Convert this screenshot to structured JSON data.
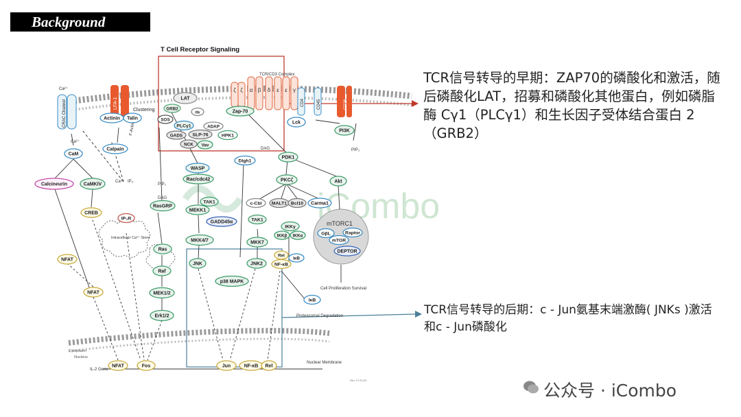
{
  "header": {
    "banner": "Background",
    "diagram_title": "T Cell Receptor Signaling"
  },
  "notes": {
    "early": "TCR信号转导的早期：ZAP70的磷酸化和激活，随后磷酸化LAT，招募和磷酸化其他蛋白，例如磷脂酶 Cγ1（PLCγ1）和生长因子受体结合蛋白 2（GRB2）",
    "late": "TCR信号转导的后期：c - Jun氨基末端激酶( JNKs )激活和c - Jun磷酸化"
  },
  "watermark": "iCombo",
  "footer": "公众号 · iCombo",
  "membrane": {
    "complex": "TCR/CD3 Complex",
    "chains": [
      "ζ",
      "ζ",
      "α",
      "β",
      "δ",
      "ε",
      "ε",
      "γ"
    ],
    "left_channel": "CRAC Channel",
    "ca_top": "Ca²⁺",
    "lfa1": "LFA-1",
    "clustering": "Clustering",
    "factin": "F-Actin",
    "cd4": "CD4",
    "cd45": "CD45",
    "cd28": "CD28",
    "cytoplasm": "Cytoplasm",
    "nucleus": "Nucleus",
    "nuclear_membrane": "Nuclear Membrane",
    "il2": "IL-2 Gene",
    "store": "Intracellular Ca²⁺ Store",
    "mtorc1": "mTORC1",
    "prolif": "Cell Proliferation Survival",
    "degradation": "Proteasomal Degradation",
    "copyright": "Rev. 07/11/20"
  },
  "nodes": [
    {
      "id": "lat",
      "label": "LAT",
      "shape": "ellipse",
      "fill": "#ececec",
      "stroke": "#8a8a8a"
    },
    {
      "id": "grb2",
      "label": "GRB2",
      "shape": "oval",
      "fill": "#e8f3ec",
      "stroke": "#5aa878"
    },
    {
      "id": "itk",
      "label": "Itk",
      "shape": "oval",
      "fill": "#ffffff",
      "stroke": "#888888"
    },
    {
      "id": "zap70",
      "label": "Zap-70",
      "shape": "oval",
      "fill": "#e8f3ec",
      "stroke": "#3f9c6a"
    },
    {
      "id": "actinin",
      "label": "Actinin",
      "shape": "oval",
      "fill": "#ffffff",
      "stroke": "#3a8cc4"
    },
    {
      "id": "talin",
      "label": "Talin",
      "shape": "oval",
      "fill": "#ffffff",
      "stroke": "#3a8cc4"
    },
    {
      "id": "sos",
      "label": "SOS",
      "shape": "oval",
      "fill": "#ffffff",
      "stroke": "#555555"
    },
    {
      "id": "plcg1",
      "label": "PLCγ1",
      "shape": "oval",
      "fill": "#e8f3ec",
      "stroke": "#3a8cc4"
    },
    {
      "id": "adap",
      "label": "ADAP",
      "shape": "oval",
      "fill": "#ffffff",
      "stroke": "#888888"
    },
    {
      "id": "gads",
      "label": "GADS",
      "shape": "oval",
      "fill": "#e8e8e8",
      "stroke": "#777777"
    },
    {
      "id": "slp76",
      "label": "SLP-76",
      "shape": "oval",
      "fill": "#e8e8e8",
      "stroke": "#777777"
    },
    {
      "id": "hpk1",
      "label": "HPK1",
      "shape": "oval",
      "fill": "#ffffff",
      "stroke": "#3f9c6a"
    },
    {
      "id": "nck",
      "label": "NCK",
      "shape": "oval",
      "fill": "#e8e8e8",
      "stroke": "#777777"
    },
    {
      "id": "vav",
      "label": "Vav",
      "shape": "oval",
      "fill": "#e8f3ec",
      "stroke": "#3f9c6a"
    },
    {
      "id": "lck",
      "label": "Lck",
      "shape": "oval",
      "fill": "#ffffff",
      "stroke": "#3a8cc4"
    },
    {
      "id": "pi3k",
      "label": "PI3K",
      "shape": "oval",
      "fill": "#e8f3ec",
      "stroke": "#3f9c6a"
    },
    {
      "id": "cam",
      "label": "CaM",
      "shape": "oval",
      "fill": "#ffffff",
      "stroke": "#3a8cc4"
    },
    {
      "id": "calpain",
      "label": "Calpain",
      "shape": "oval",
      "fill": "#ffffff",
      "stroke": "#3a8cc4"
    },
    {
      "id": "wasp",
      "label": "WASP",
      "shape": "oval",
      "fill": "#e8f3ec",
      "stroke": "#3a8cc4"
    },
    {
      "id": "dlgh1",
      "label": "Dlgh1",
      "shape": "oval",
      "fill": "#ffffff",
      "stroke": "#3a8cc4"
    },
    {
      "id": "pdk1",
      "label": "PDK1",
      "shape": "oval",
      "fill": "#e8f3ec",
      "stroke": "#3f9c6a"
    },
    {
      "id": "calcineurin",
      "label": "Calcineurin",
      "shape": "oval",
      "fill": "#fff2fb",
      "stroke": "#c04aa8"
    },
    {
      "id": "camkiv",
      "label": "CaMKIV",
      "shape": "oval",
      "fill": "#e8f3ec",
      "stroke": "#3f9c6a"
    },
    {
      "id": "raccdc42",
      "label": "Rac/cdc42",
      "shape": "oval",
      "fill": "#e8f3ec",
      "stroke": "#3f9c6a"
    },
    {
      "id": "pkcth",
      "label": "PKCζ",
      "shape": "oval",
      "fill": "#e8f3ec",
      "stroke": "#3f9c6a"
    },
    {
      "id": "akt",
      "label": "Akt",
      "shape": "oval",
      "fill": "#e8f3ec",
      "stroke": "#3f9c6a"
    },
    {
      "id": "creb",
      "label": "CREB",
      "shape": "oval",
      "fill": "#fffbe8",
      "stroke": "#c8a93c"
    },
    {
      "id": "ip3r",
      "label": "IP₃R",
      "shape": "oval",
      "fill": "#ffffff",
      "stroke": "#c0564a"
    },
    {
      "id": "rasgrp",
      "label": "RasGRP",
      "shape": "oval",
      "fill": "#e8f3ec",
      "stroke": "#3f9c6a"
    },
    {
      "id": "tak1a",
      "label": "TAK1",
      "shape": "oval",
      "fill": "#e8f3ec",
      "stroke": "#3f9c6a"
    },
    {
      "id": "mekk1",
      "label": "MEKK1",
      "shape": "oval",
      "fill": "#e8f3ec",
      "stroke": "#3f9c6a"
    },
    {
      "id": "gadd45a",
      "label": "GADD45α",
      "shape": "oval",
      "fill": "#e8eef8",
      "stroke": "#3a64b4"
    },
    {
      "id": "ccbl",
      "label": "c-Cbl",
      "shape": "oval",
      "fill": "#ffffff",
      "stroke": "#888888"
    },
    {
      "id": "malt1",
      "label": "MALT1",
      "shape": "oval",
      "fill": "#e8e8e8",
      "stroke": "#777777"
    },
    {
      "id": "bcl10",
      "label": "Bcl10",
      "shape": "oval",
      "fill": "#e8e8e8",
      "stroke": "#777777"
    },
    {
      "id": "carma1",
      "label": "Carma1",
      "shape": "oval",
      "fill": "#ffffff",
      "stroke": "#3a8cc4"
    },
    {
      "id": "nfat1",
      "label": "NFAT",
      "shape": "oval",
      "fill": "#fffbe8",
      "stroke": "#c8a93c"
    },
    {
      "id": "ras",
      "label": "Ras",
      "shape": "oval",
      "fill": "#e8f3ec",
      "stroke": "#3f9c6a"
    },
    {
      "id": "mkk47",
      "label": "MKK4/7",
      "shape": "oval",
      "fill": "#e8f3ec",
      "stroke": "#3f9c6a"
    },
    {
      "id": "tak1b",
      "label": "TAK1",
      "shape": "oval",
      "fill": "#e8f3ec",
      "stroke": "#3f9c6a"
    },
    {
      "id": "ikkg",
      "label": "IKKγ",
      "shape": "oval",
      "fill": "#e8f3ec",
      "stroke": "#3f9c6a"
    },
    {
      "id": "ikkb",
      "label": "IKKβ",
      "shape": "oval",
      "fill": "#e8f3ec",
      "stroke": "#3f9c6a"
    },
    {
      "id": "ikka",
      "label": "IKKα",
      "shape": "oval",
      "fill": "#e8f3ec",
      "stroke": "#3f9c6a"
    },
    {
      "id": "gbl",
      "label": "GβL",
      "shape": "oval",
      "fill": "#ffffff",
      "stroke": "#3a8cc4"
    },
    {
      "id": "raptor",
      "label": "Raptor",
      "shape": "oval",
      "fill": "#ffffff",
      "stroke": "#3a8cc4"
    },
    {
      "id": "mtor",
      "label": "mTOR",
      "shape": "oval",
      "fill": "#ffffff",
      "stroke": "#3a8cc4"
    },
    {
      "id": "deptor",
      "label": "DEPTOR",
      "shape": "oval",
      "fill": "#e8eef8",
      "stroke": "#3a64b4"
    },
    {
      "id": "raf",
      "label": "Raf",
      "shape": "oval",
      "fill": "#e8f3ec",
      "stroke": "#3f9c6a"
    },
    {
      "id": "mkk7",
      "label": "MKK7",
      "shape": "oval",
      "fill": "#e8f3ec",
      "stroke": "#3f9c6a"
    },
    {
      "id": "jnk1",
      "label": "JNK",
      "shape": "oval",
      "fill": "#e8f3ec",
      "stroke": "#3f9c6a"
    },
    {
      "id": "jnk2",
      "label": "JNK2",
      "shape": "oval",
      "fill": "#e8f3ec",
      "stroke": "#3f9c6a"
    },
    {
      "id": "rel1",
      "label": "Rel",
      "shape": "oval",
      "fill": "#fffbe8",
      "stroke": "#c8a93c"
    },
    {
      "id": "nfkb1",
      "label": "NF-κB",
      "shape": "oval",
      "fill": "#fffbe8",
      "stroke": "#c8a93c"
    },
    {
      "id": "ikb1",
      "label": "IκB",
      "shape": "oval",
      "fill": "#ffffff",
      "stroke": "#3a8cc4"
    },
    {
      "id": "p38",
      "label": "p38 MAPK",
      "shape": "oval",
      "fill": "#e8f3ec",
      "stroke": "#3f9c6a"
    },
    {
      "id": "mek12",
      "label": "MEK1/2",
      "shape": "oval",
      "fill": "#e8f3ec",
      "stroke": "#3f9c6a"
    },
    {
      "id": "nfat2",
      "label": "NFAT",
      "shape": "oval",
      "fill": "#fffbe8",
      "stroke": "#c8a93c"
    },
    {
      "id": "ikb2",
      "label": "IκB",
      "shape": "oval",
      "fill": "#ffffff",
      "stroke": "#3a8cc4"
    },
    {
      "id": "erk12",
      "label": "Erk1/2",
      "shape": "oval",
      "fill": "#e8f3ec",
      "stroke": "#3f9c6a"
    },
    {
      "id": "nfat3",
      "label": "NFAT",
      "shape": "oval",
      "fill": "#fffbe8",
      "stroke": "#c8a93c"
    },
    {
      "id": "fos",
      "label": "Fos",
      "shape": "oval",
      "fill": "#fffbe8",
      "stroke": "#c8a93c"
    },
    {
      "id": "jun",
      "label": "Jun",
      "shape": "oval",
      "fill": "#fffbe8",
      "stroke": "#c8a93c"
    },
    {
      "id": "nfkb2",
      "label": "NF-κB",
      "shape": "oval",
      "fill": "#fffbe8",
      "stroke": "#c8a93c"
    },
    {
      "id": "rel2",
      "label": "Rel",
      "shape": "oval",
      "fill": "#fffbe8",
      "stroke": "#c8a93c"
    }
  ],
  "small_labels": [
    {
      "id": "ca-l",
      "text": "Ca²⁺"
    },
    {
      "id": "ca-m",
      "text": "Ca²⁺"
    },
    {
      "id": "ip3",
      "text": "IP₃"
    },
    {
      "id": "pip2",
      "text": "PIP₂"
    },
    {
      "id": "dag1",
      "text": "DAG"
    },
    {
      "id": "dag2",
      "text": "DAG"
    },
    {
      "id": "pip3",
      "text": "PIP₃"
    }
  ],
  "colors": {
    "early_highlight": "#c0392b",
    "late_highlight": "#4a7f98",
    "banner_bg": "#000000"
  }
}
